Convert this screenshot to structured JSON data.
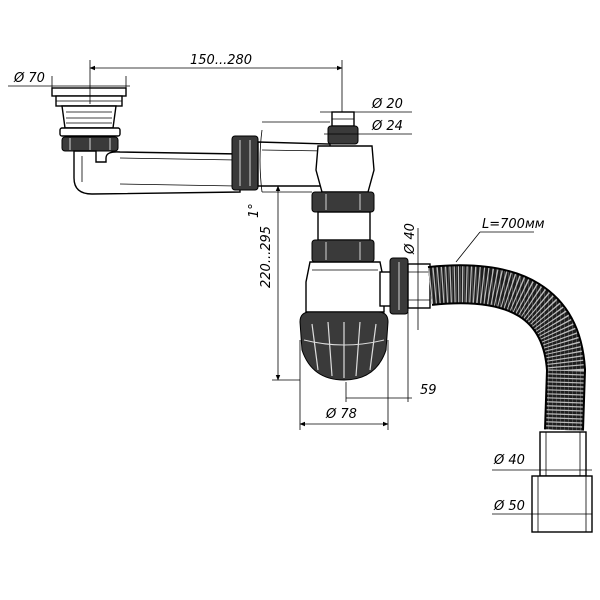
{
  "diagram": {
    "labels": {
      "d70": "Ø 70",
      "length_top": "150...280",
      "d20": "Ø 20",
      "d24": "Ø 24",
      "angle": "1°",
      "height": "220...295",
      "d40_outlet": "Ø 40",
      "hose_length": "L=700мм",
      "d59": "59",
      "d78": "Ø 78",
      "d40_end": "Ø 40",
      "d50_end": "Ø 50"
    }
  }
}
